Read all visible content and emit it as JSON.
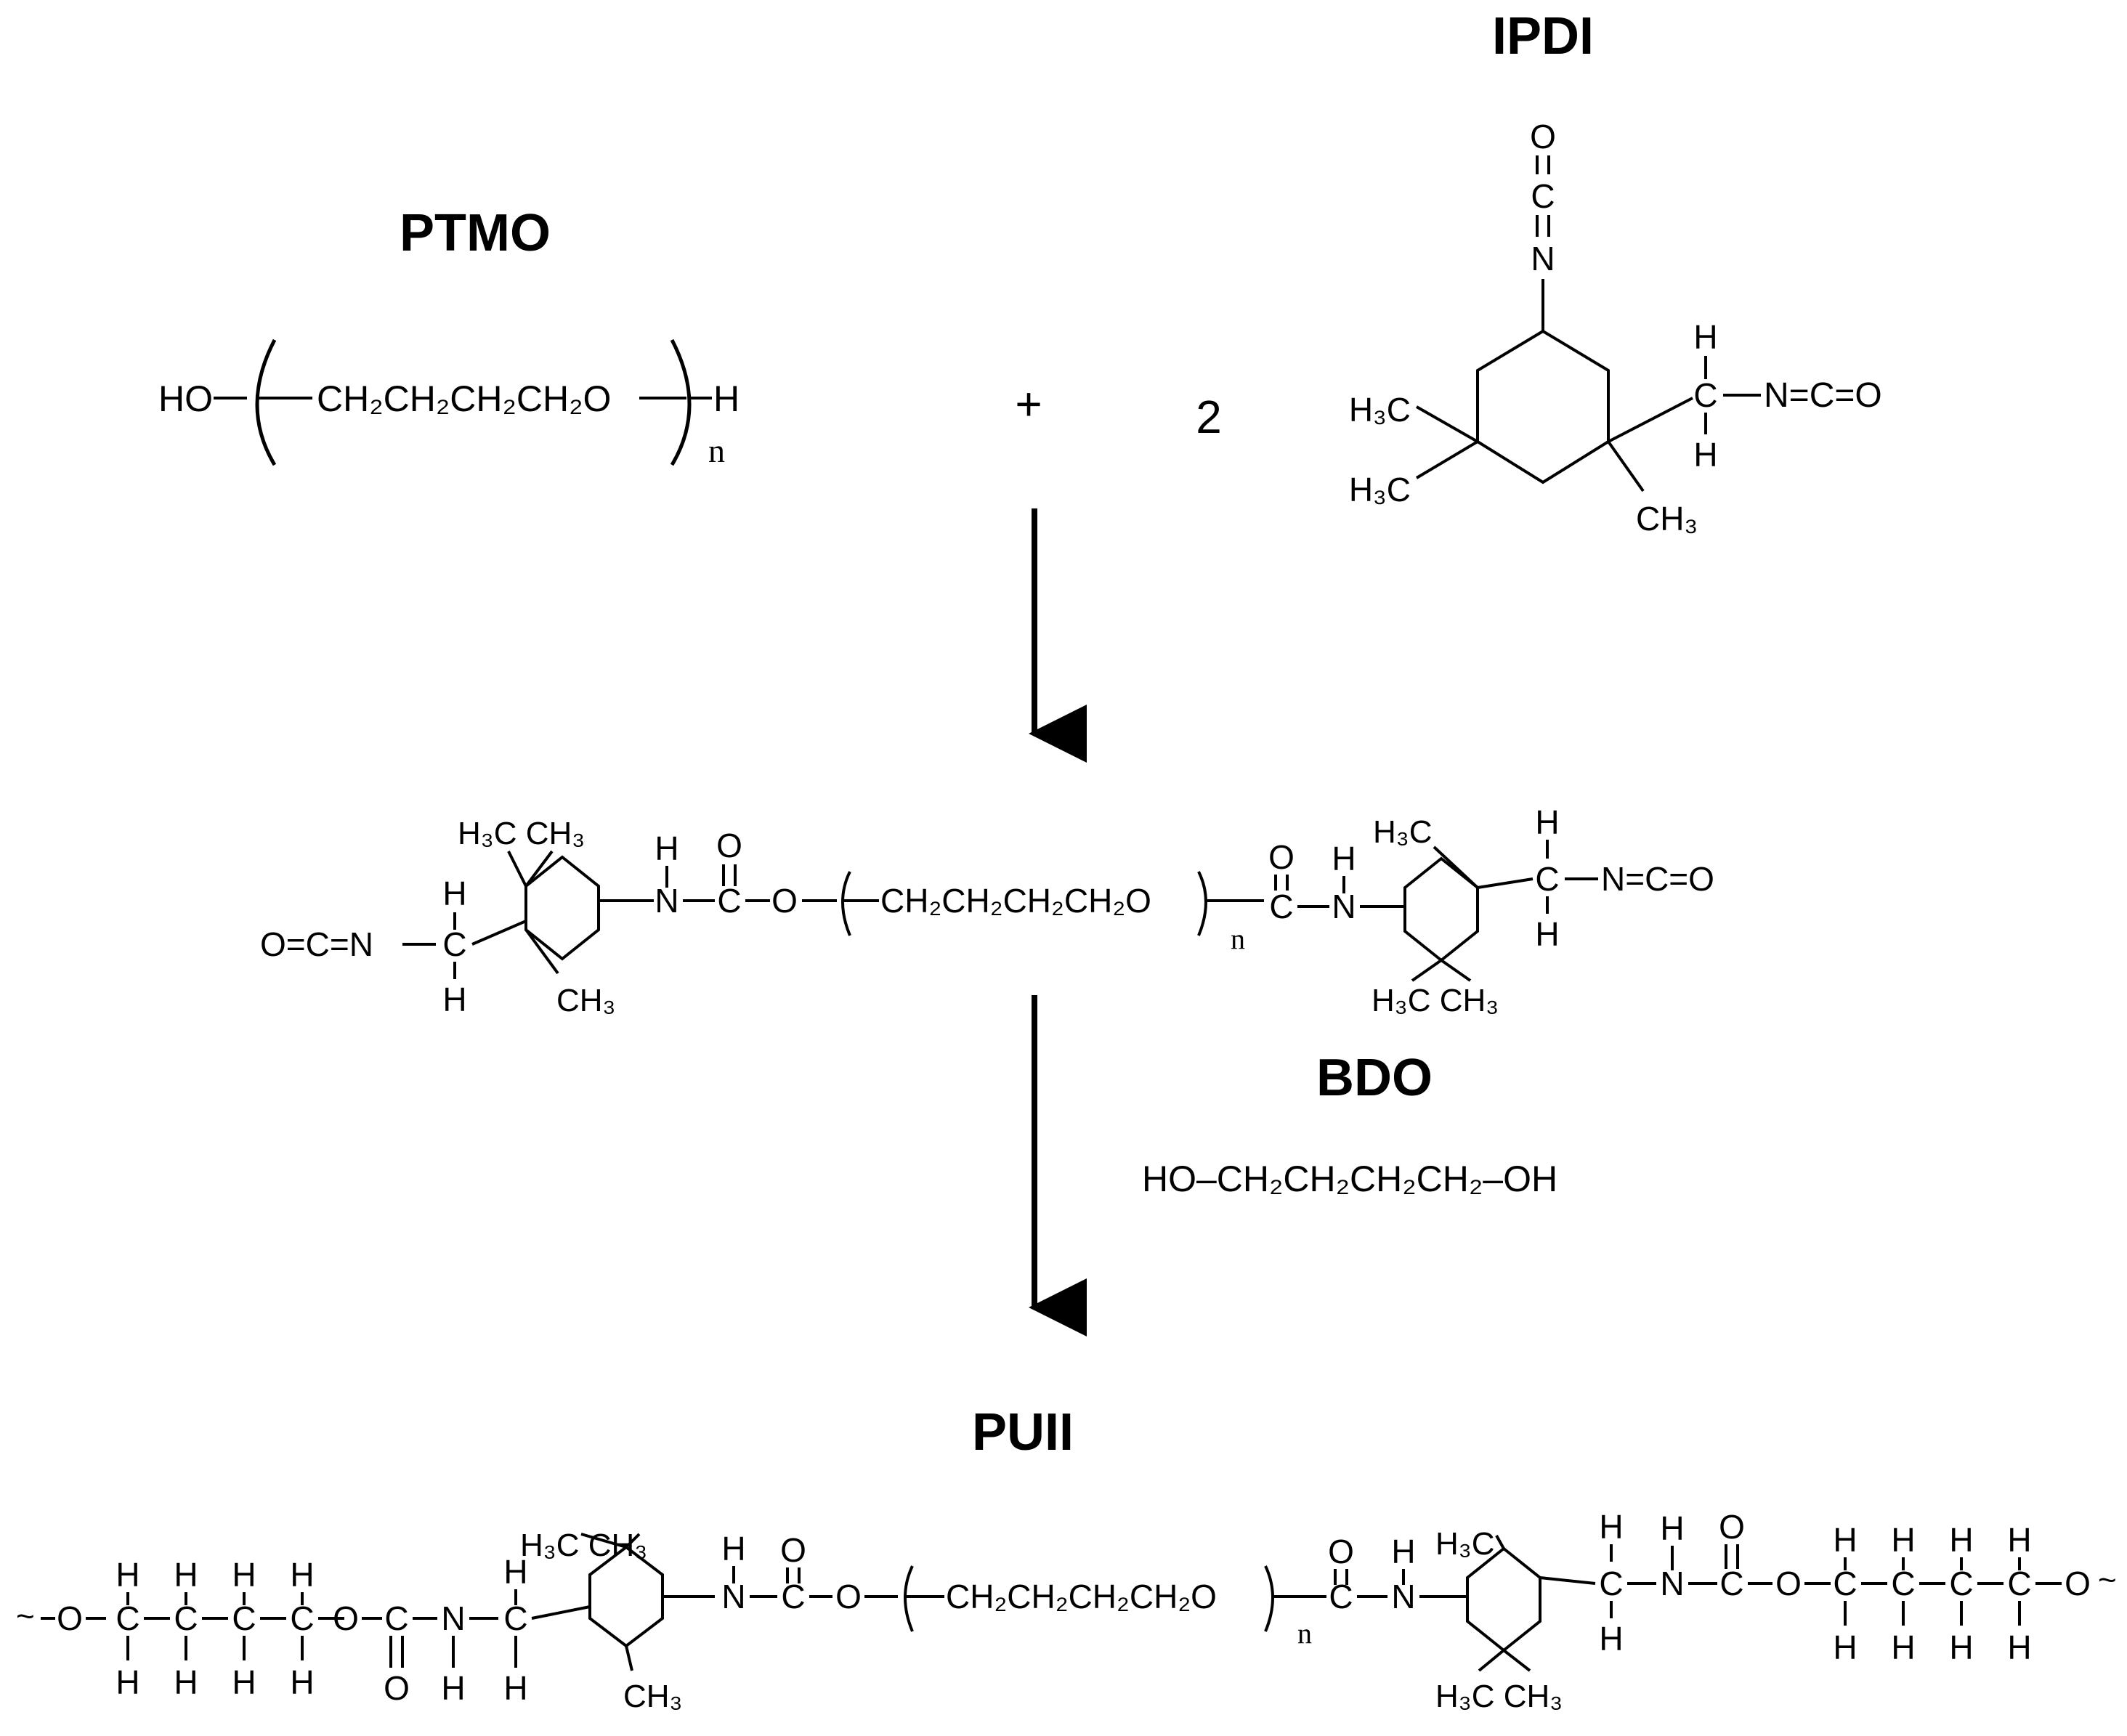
{
  "labels": {
    "ptmo": "PTMO",
    "ipdi": "IPDI",
    "bdo": "BDO",
    "puii": "PUII"
  },
  "reaction": {
    "plus": "+",
    "coefficient": "2"
  },
  "ptmo_formula": {
    "ho": "HO",
    "repeat": "CH₂CH₂CH₂CH₂O",
    "h": "H",
    "n": "n"
  },
  "ipdi_structure": {
    "o": "O",
    "c": "C",
    "n": "N",
    "h3c_a": "H₃C",
    "h3c_b": "H₃C",
    "ch3": "CH₃",
    "ch_h_top": "H",
    "ch_c": "C",
    "ch_h_bottom": "H",
    "nco": "N=C=O"
  },
  "prepolymer": {
    "left_nco": "O=C=N",
    "left_c": "C",
    "left_h_top": "H",
    "left_h_bottom": "H",
    "h3c_ch3_top": "H₃C  CH₃",
    "ch3_bottom": "CH₃",
    "nh_h": "H",
    "n1": "N",
    "c1": "C",
    "o1": "O",
    "o_ether": "O",
    "repeat": "CH₂CH₂CH₂CH₂O",
    "n_sub": "n",
    "c2": "C",
    "o2": "O",
    "n2": "N",
    "nh2_h": "H",
    "h3c_right_top": "H₃C",
    "h3c_ch3_bottom": "H₃C  CH₃",
    "right_c": "C",
    "right_h_top": "H",
    "right_h_bottom": "H",
    "right_nco": "N=C=O"
  },
  "bdo_formula": {
    "text": "HO–CH₂CH₂CH₂CH₂–OH"
  },
  "puii_chain": {
    "o": "O",
    "c": "C",
    "n": "N",
    "h": "H",
    "h3c_ch3_top": "H₃C  CH₃",
    "ch3_bottom": "CH₃",
    "repeat": "CH₂CH₂CH₂CH₂O",
    "n_sub": "n",
    "h3c_right_top": "H₃C",
    "h3c_ch3_bottom": "H₃C  CH₃"
  }
}
